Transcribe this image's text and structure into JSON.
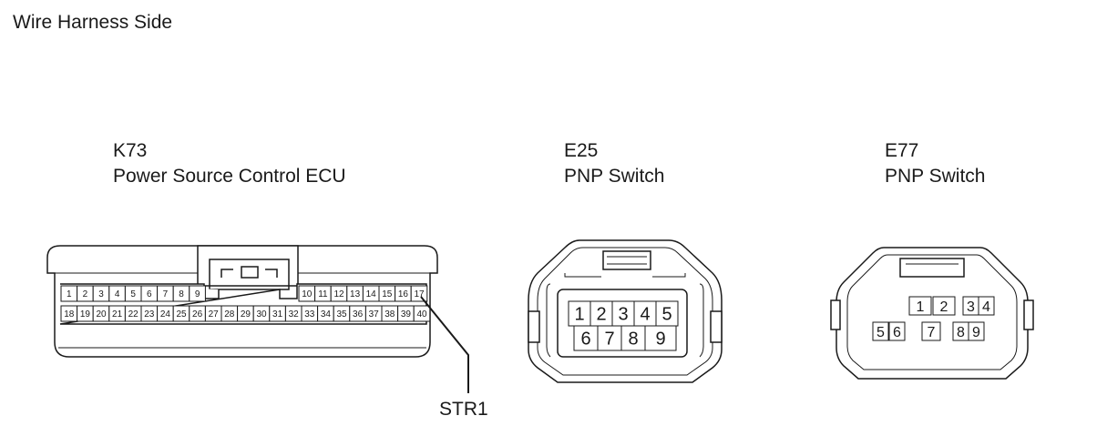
{
  "header": {
    "title": "Wire Harness Side"
  },
  "connectors": [
    {
      "code": "K73",
      "name": "Power Source Control ECU",
      "pins_top": [
        "1",
        "2",
        "3",
        "4",
        "5",
        "6",
        "7",
        "8",
        "9",
        "10",
        "11",
        "12",
        "13",
        "14",
        "15",
        "16",
        "17"
      ],
      "pins_bottom": [
        "18",
        "19",
        "20",
        "21",
        "22",
        "23",
        "24",
        "25",
        "26",
        "27",
        "28",
        "29",
        "30",
        "31",
        "32",
        "33",
        "34",
        "35",
        "36",
        "37",
        "38",
        "39",
        "40"
      ],
      "callout": "STR1"
    },
    {
      "code": "E25",
      "name": "PNP Switch",
      "pins_top": [
        "1",
        "2",
        "3",
        "4",
        "5"
      ],
      "pins_bottom": [
        "6",
        "7",
        "8",
        "9"
      ]
    },
    {
      "code": "E77",
      "name": "PNP Switch",
      "pins_top": [
        "1",
        "2",
        "3",
        "4"
      ],
      "pins_bottom": [
        "5",
        "6",
        "7",
        "8",
        "9"
      ]
    }
  ]
}
